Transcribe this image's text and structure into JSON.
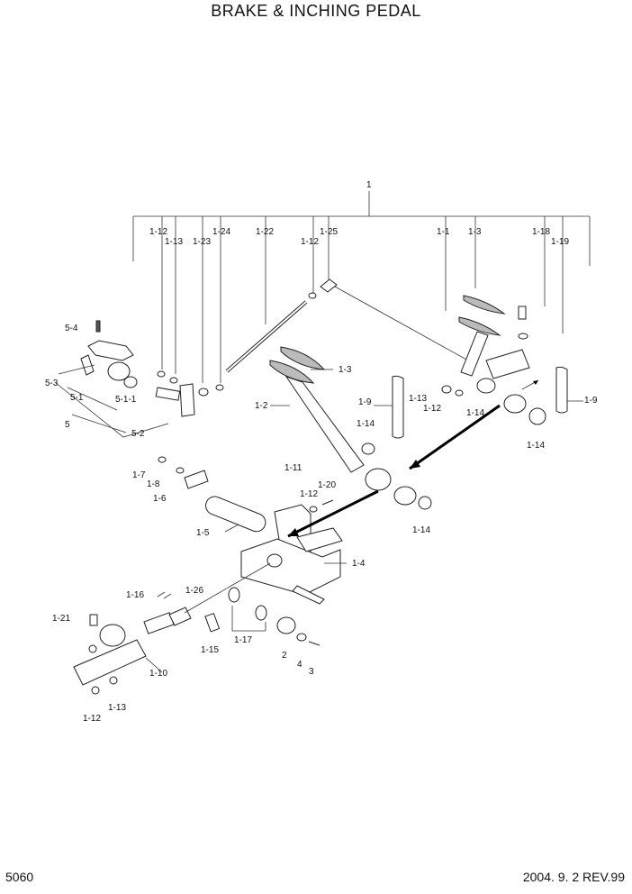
{
  "title": "BRAKE & INCHING PEDAL",
  "page_number": "5060",
  "revision": "2004. 9. 2 REV.99",
  "callouts": {
    "top": [
      "1",
      "1-12",
      "1-13",
      "1-23",
      "1-24",
      "1-22",
      "1-12",
      "1-25",
      "1-1",
      "1-3",
      "1-18",
      "1-19"
    ],
    "mid": [
      "5-4",
      "5-3",
      "5-1",
      "5-1-1",
      "5",
      "5-2",
      "1-3",
      "1-2",
      "1-9",
      "1-13",
      "1-12",
      "1-14",
      "1-14",
      "1-9",
      "1-14"
    ],
    "low": [
      "1-7",
      "1-8",
      "1-6",
      "1-11",
      "1-12",
      "1-20",
      "1-5",
      "1-14",
      "1-4",
      "1-16",
      "1-26",
      "1-21",
      "1-15",
      "1-17",
      "2",
      "4",
      "3",
      "1-10",
      "1-13",
      "1-12"
    ]
  }
}
